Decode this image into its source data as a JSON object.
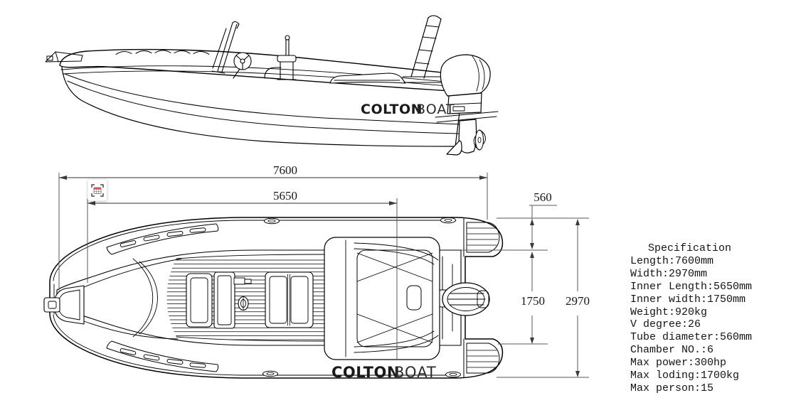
{
  "side_view": {
    "brand_bold": "COLTON",
    "brand_light": "BOAT"
  },
  "top_view": {
    "brand_bold": "COLTON",
    "brand_light": "BOAT"
  },
  "dimensions": {
    "overall_length": "7600",
    "inner_length": "5650",
    "tube_diameter": "560",
    "inner_width": "1750",
    "overall_width": "2970"
  },
  "specification": {
    "title": "Specification",
    "items": [
      "Length:7600mm",
      "Width:2970mm",
      "Inner Length:5650mm",
      "Inner width:1750mm",
      "Weight:920kg",
      "V degree:26",
      "Tube diameter:560mm",
      "Chamber NO.:6",
      "Max power:300hp",
      "Max loding:1700kg",
      "Max person:15"
    ]
  },
  "colors": {
    "line": "#000000",
    "dimension_line": "#5a5a5a",
    "capture_accent": "#cc5a50"
  }
}
